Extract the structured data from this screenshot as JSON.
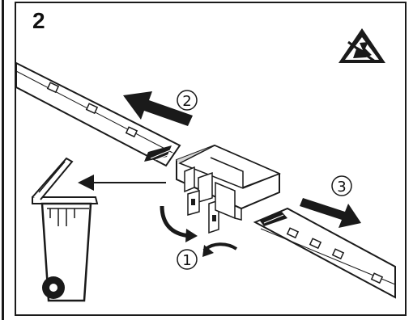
{
  "step": {
    "number": "2"
  },
  "callouts": [
    {
      "label": "1"
    },
    {
      "label": "2"
    },
    {
      "label": "3"
    }
  ],
  "icons": {
    "esd": "esd-warning-icon",
    "bin": "wheelie-bin-icon",
    "connector": "led-strip-connector-icon"
  },
  "colors": {
    "ink": "#1a1a1a",
    "strip_fill": "#ffffff",
    "shade": "#d6d6d6"
  }
}
